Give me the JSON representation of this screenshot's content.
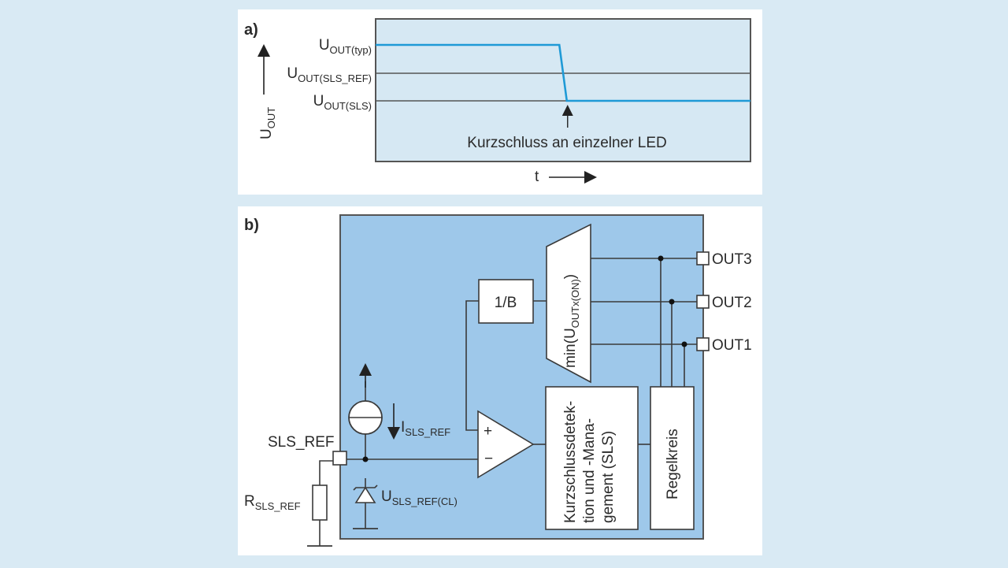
{
  "colors": {
    "page_background": "#d9eaf4",
    "plot_fill": "#d6e8f3",
    "signal_line": "#1f9ad6",
    "block_fill": "#9ec8ea",
    "stroke": "#3a3a3a"
  },
  "panel_a": {
    "tag": "a)",
    "y_axis": {
      "symbol": "U",
      "subscript": "OUT"
    },
    "x_axis": {
      "symbol": "t"
    },
    "levels": [
      {
        "id": "typ",
        "symbol": "U",
        "subscript": "OUT(typ)"
      },
      {
        "id": "sls_ref",
        "symbol": "U",
        "subscript": "OUT(SLS_REF)"
      },
      {
        "id": "sls",
        "symbol": "U",
        "subscript": "OUT(SLS)"
      }
    ],
    "annotation": "Kurzschluss an einzelner LED"
  },
  "chart_data": {
    "type": "line",
    "title": "",
    "xlabel": "t",
    "ylabel": "U_OUT",
    "ytick_labels": [
      "U_OUT(typ)",
      "U_OUT(SLS_REF)",
      "U_OUT(SLS)"
    ],
    "ylim": [
      0,
      4
    ],
    "xlim": [
      0,
      1
    ],
    "reference_lines": [
      {
        "name": "U_OUT(SLS_REF)",
        "y": 2
      },
      {
        "name": "U_OUT(SLS)",
        "y": 1
      }
    ],
    "series": [
      {
        "name": "U_OUT",
        "x": [
          0,
          0.49,
          0.51,
          1
        ],
        "y": [
          3,
          3,
          1,
          1
        ]
      }
    ],
    "annotations": [
      {
        "text": "Kurzschluss an einzelner LED",
        "x": 0.51
      }
    ]
  },
  "panel_b": {
    "tag": "b)",
    "blocks": {
      "divider": "1/B",
      "min_selector": {
        "text": "min(U",
        "subscript": "OUTx(ON)",
        "suffix": ")"
      },
      "sls_block": [
        "Kurzschlussdetek-",
        "tion und -Mana-",
        "gement (SLS)"
      ],
      "control_loop": "Regelkreis"
    },
    "opamp": {
      "plus": "+",
      "minus": "−"
    },
    "current_source": {
      "symbol": "I",
      "subscript": "SLS_REF"
    },
    "zener": {
      "symbol": "U",
      "subscript": "SLS_REF(CL)"
    },
    "pin_sls_ref": "SLS_REF",
    "resistor": {
      "symbol": "R",
      "subscript": "SLS_REF"
    },
    "outputs": [
      "OUT3",
      "OUT2",
      "OUT1"
    ]
  }
}
